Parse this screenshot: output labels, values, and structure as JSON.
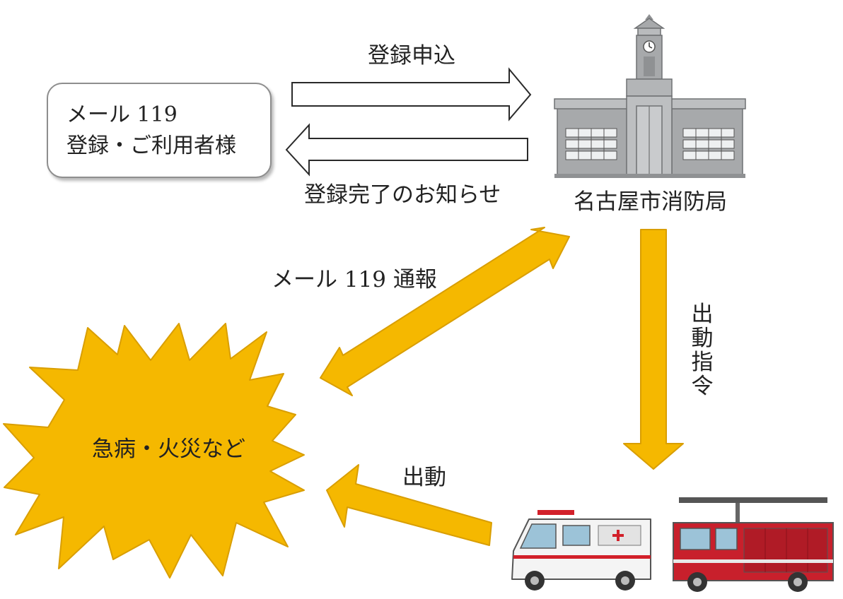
{
  "user_box": {
    "line1": "メール 119",
    "line2": "登録・ご利用者様"
  },
  "labels": {
    "register_request": "登録申込",
    "register_complete": "登録完了のお知らせ",
    "fire_department": "名古屋市消防局",
    "mail_report": "メール 119 通報",
    "dispatch_order": [
      "出",
      "動",
      "指",
      "令"
    ],
    "dispatch": "出動",
    "emergency": "急病・火災など"
  },
  "colors": {
    "arrow_fill": "#f5b800",
    "arrow_stroke": "#d99e00",
    "outline_arrow": "#2a2a2a",
    "building": "#a7a9ab",
    "ambulance_stripe": "#d2202a",
    "fire_truck": "#c8202c"
  },
  "icons": [
    "fire-station-building-icon",
    "ambulance-icon",
    "fire-truck-icon",
    "emergency-burst-icon"
  ]
}
